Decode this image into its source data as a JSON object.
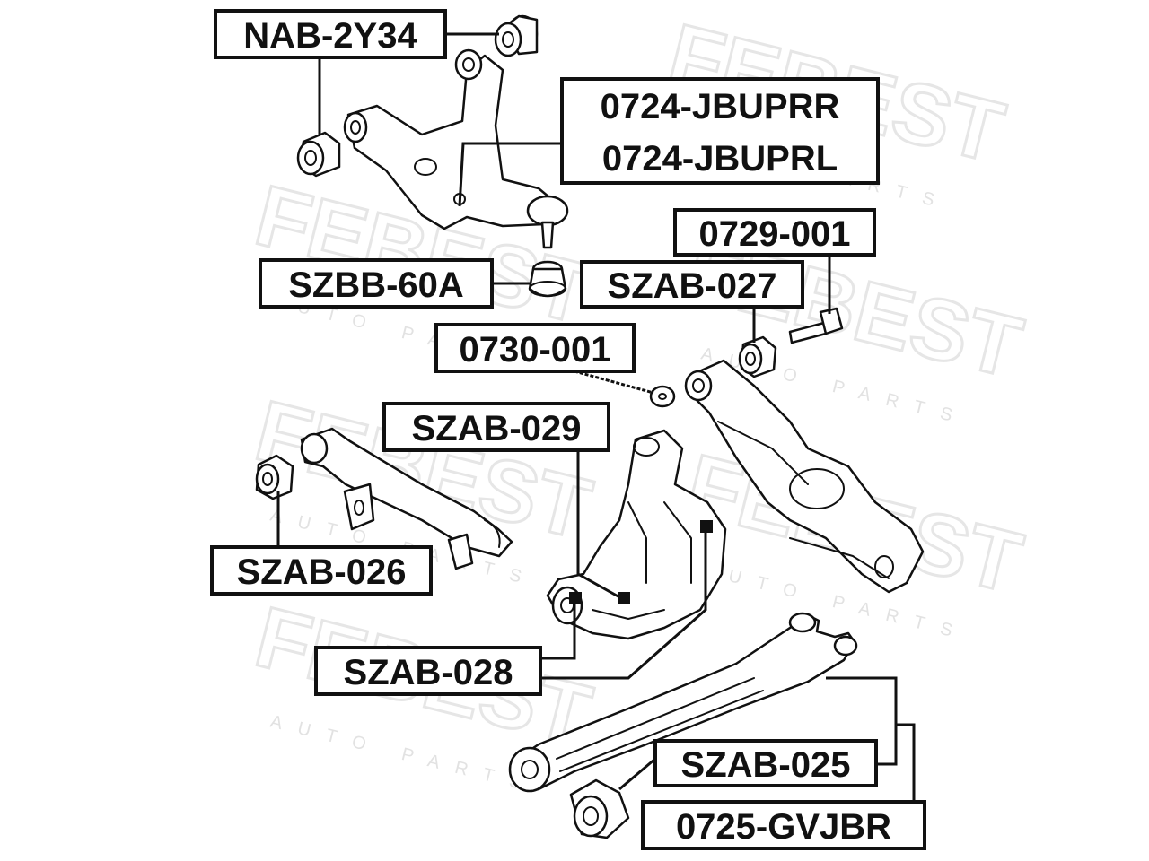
{
  "watermark": {
    "brand": "FEBEST",
    "subtitle": "AUTO PARTS"
  },
  "labels": {
    "nab_2y34": "NAB-2Y34",
    "jbuprr": "0724-JBUPRR",
    "jbuprl": "0724-JBUPRL",
    "p0729_001": "0729-001",
    "szbb_60a": "SZBB-60A",
    "szab_027": "SZAB-027",
    "p0730_001": "0730-001",
    "szab_029": "SZAB-029",
    "szab_026": "SZAB-026",
    "szab_028": "SZAB-028",
    "szab_025": "SZAB-025",
    "gvjbr": "0725-GVJBR"
  },
  "colors": {
    "line": "#111111",
    "watermark": "#e6e6e6",
    "background": "#ffffff"
  }
}
